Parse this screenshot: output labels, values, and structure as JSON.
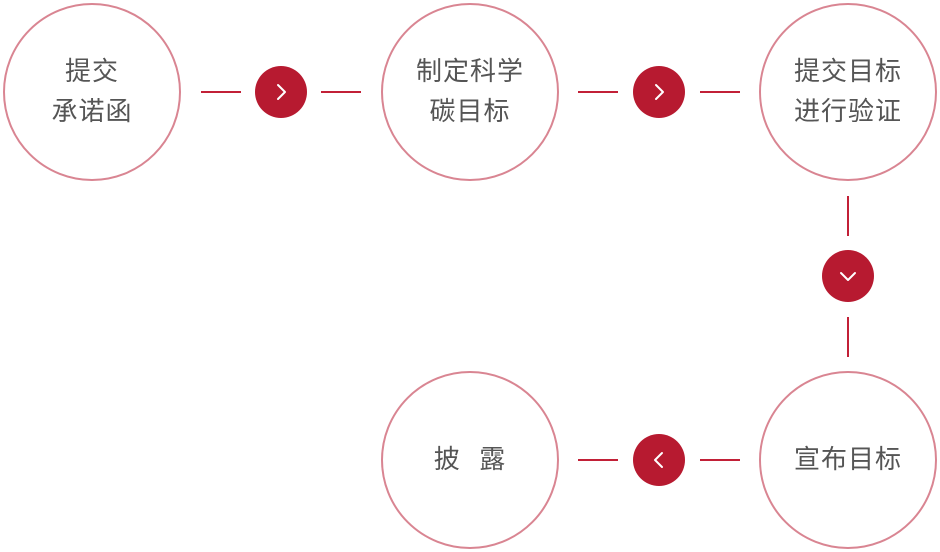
{
  "accent_color": "#b71a30",
  "circle_border_color": "#d98592",
  "steps": [
    {
      "label": "提交\n承诺函"
    },
    {
      "label": "制定科学\n碳目标"
    },
    {
      "label": "提交目标\n进行验证"
    },
    {
      "label": "宣布目标"
    },
    {
      "label": "披  露"
    }
  ],
  "arrows": [
    {
      "icon": "chevron-right-icon"
    },
    {
      "icon": "chevron-right-icon"
    },
    {
      "icon": "chevron-down-icon"
    },
    {
      "icon": "chevron-left-icon"
    }
  ]
}
